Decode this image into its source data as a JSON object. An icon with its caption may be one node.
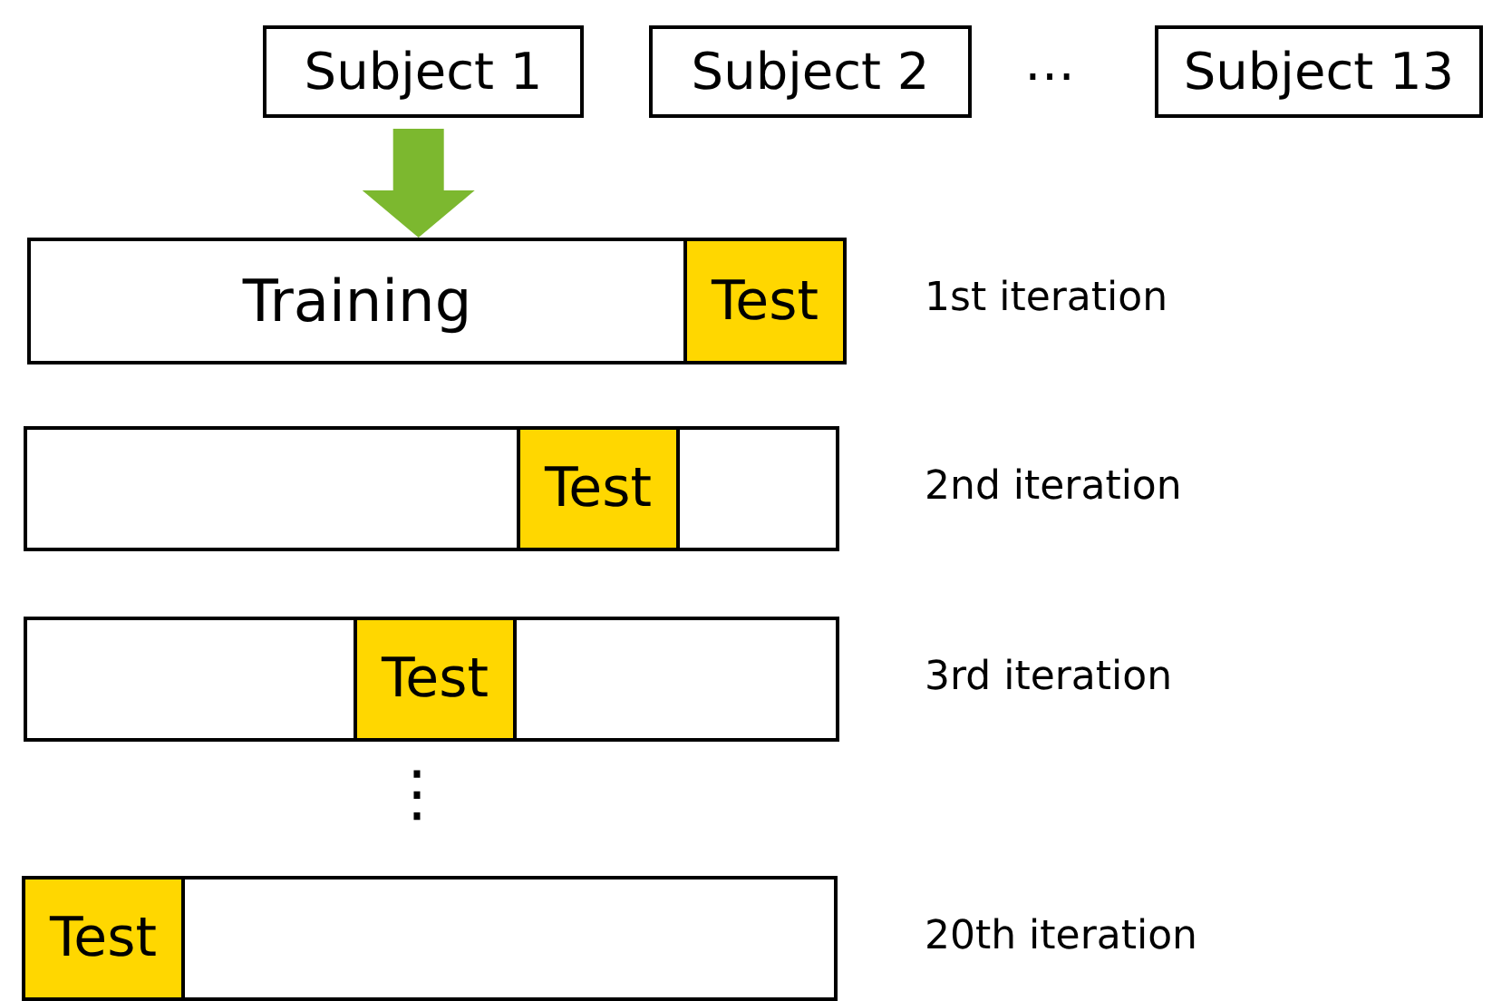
{
  "diagram": {
    "nodes": [
      {
        "text": [
          "Subject 1"
        ]
      },
      {
        "text": [
          "Subject 2"
        ]
      },
      {
        "text": [
          "Subject 13"
        ]
      },
      {
        "text": [],
        "shape": "bar",
        "beside": [
          "1st iteration"
        ]
      },
      {
        "text": [
          "Training"
        ],
        "in": 3
      },
      {
        "text": [
          "Test"
        ],
        "in": 3
      },
      {
        "text": [],
        "shape": "bar",
        "beside": [
          "2nd iteration"
        ]
      },
      {
        "text": [
          "Test"
        ],
        "in": 6
      },
      {
        "text": [],
        "shape": "bar",
        "beside": [
          "3rd iteration"
        ]
      },
      {
        "text": [
          "Test"
        ],
        "in": 8
      },
      {
        "text": [],
        "shape": "bar",
        "beside": [
          "20th iteration"
        ]
      },
      {
        "text": [
          "Test"
        ],
        "in": 10
      }
    ],
    "edges": [
      {
        "from": 0,
        "to": 3,
        "arrow": "to",
        "color": "#7cb82f"
      }
    ],
    "labels": [
      "…",
      "⋮"
    ]
  }
}
